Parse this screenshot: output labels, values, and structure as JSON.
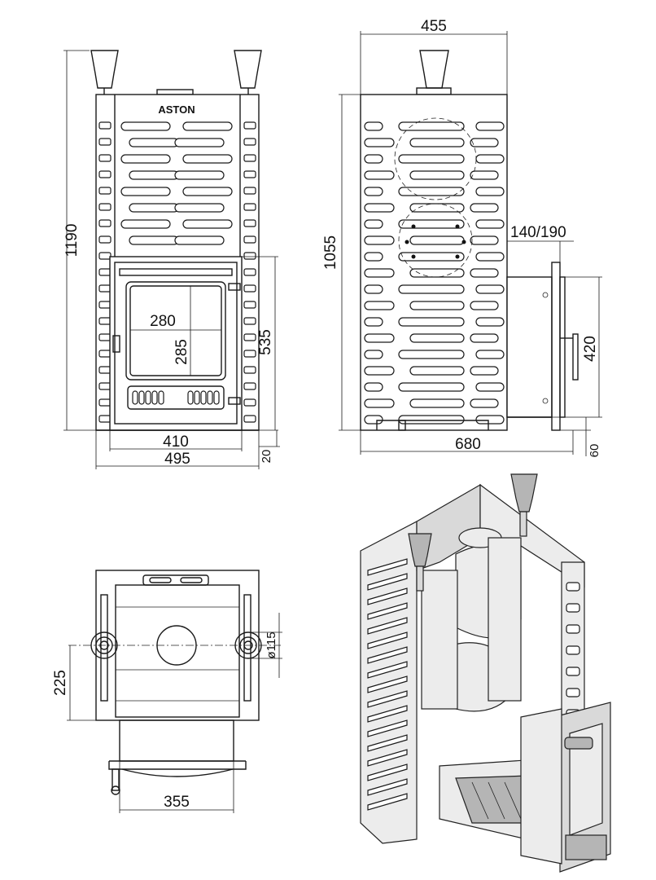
{
  "brand": "ASTON",
  "dimensions": {
    "front_height_total": "1190",
    "front_door_height": "535",
    "firebox_width": "280",
    "firebox_height": "285",
    "front_inner_width": "410",
    "front_outer_width": "495",
    "front_leg_height": "20",
    "side_width_top": "455",
    "side_height": "1055",
    "tunnel_length": "140/190",
    "tunnel_height": "420",
    "side_total_depth": "680",
    "side_bottom_offset": "60",
    "top_depth": "225",
    "flue_diameter": "ø115",
    "top_door_width": "355"
  }
}
